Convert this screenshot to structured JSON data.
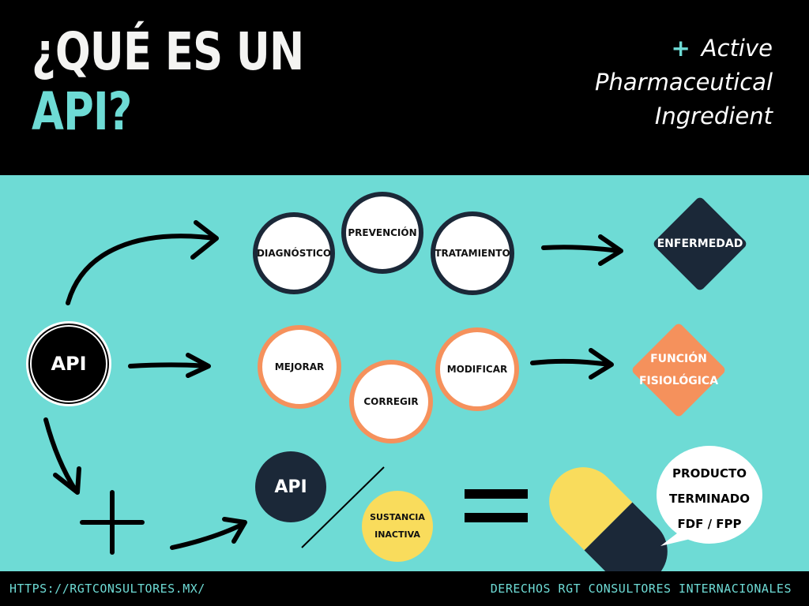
{
  "header": {
    "title_line1": "¿QUÉ ES UN",
    "title_line2": "API?",
    "definition_line1": "Active",
    "definition_line2": "Pharmaceutical",
    "definition_line3": "Ingredient"
  },
  "diagram": {
    "api_main": "API",
    "row1": [
      "DIAGNÓSTICO",
      "PREVENCIÓN",
      "TRATAMIENTO"
    ],
    "row1_target": "ENFERMEDAD",
    "row2": [
      "MEJORAR",
      "CORREGIR",
      "MODIFICAR"
    ],
    "row2_target_line1": "FUNCIÓN",
    "row2_target_line2": "FISIOLÓGICA",
    "row3_api": "API",
    "row3_inactive_line1": "SUSTANCIA",
    "row3_inactive_line2": "INACTIVA",
    "product_line1": "PRODUCTO",
    "product_line2": "TERMINADO",
    "product_line3": "FDF / FPP"
  },
  "footer": {
    "url": "HTTPS://RGTCONSULTORES.MX/",
    "rights": "DERECHOS RGT CONSULTORES INTERNACIONALES"
  },
  "colors": {
    "teal": "#6edbd5",
    "navy": "#1b2838",
    "orange": "#f5915c",
    "yellow": "#f9dc5c"
  }
}
